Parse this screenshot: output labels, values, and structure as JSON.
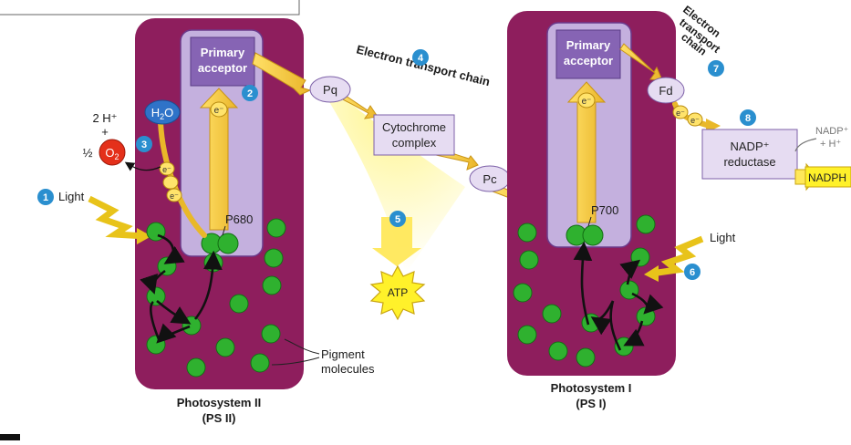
{
  "colors": {
    "photosystem_fill": "#8e1e5d",
    "reaction_center_fill": "#c4b0de",
    "primary_acceptor_fill": "#8664b4",
    "pigment_green": "#2fb12f",
    "arrow_yellow": "#f3c43b",
    "badge_blue": "#2a8fcf",
    "carrier_fill": "#e6dcf2",
    "oxygen_red": "#e4301a",
    "water_blue": "#2f73c8"
  },
  "icons": [
    "lightning-bolt-icon",
    "starburst-icon",
    "step-number-badge"
  ],
  "ps2": {
    "primary_acceptor_line1": "Primary",
    "primary_acceptor_line2": "acceptor",
    "reaction_center": "P680",
    "title": "Photosystem II",
    "abbrev": "(PS II)",
    "electron": "e⁻"
  },
  "ps1": {
    "primary_acceptor_line1": "Primary",
    "primary_acceptor_line2": "acceptor",
    "reaction_center": "P700",
    "title": "Photosystem I",
    "abbrev": "(PS I)",
    "electron": "e⁻"
  },
  "water": {
    "h2o_prefix": "H",
    "h2o_sub": "2",
    "h2o_suffix": "O",
    "protons": "2 H⁺",
    "plus": "+",
    "half": "½",
    "o2_prefix": "O",
    "o2_sub": "2"
  },
  "light1": "Light",
  "light2": "Light",
  "steps": [
    "1",
    "2",
    "3",
    "4",
    "5",
    "6",
    "7",
    "8"
  ],
  "etc1": {
    "label": "Electron transport chain",
    "pq": "Pq",
    "cyt_line1": "Cytochrome",
    "cyt_line2": "complex",
    "pc": "Pc"
  },
  "atp": "ATP",
  "etc2": {
    "line1": "Electron",
    "line2": "transport",
    "line3": "chain",
    "fd": "Fd"
  },
  "nadp_reductase": {
    "line1": "NADP⁺",
    "line2": "reductase"
  },
  "nadp_input": {
    "line1": "NADP⁺",
    "line2": "+ H⁺"
  },
  "nadph": "NADPH",
  "pigment_label": {
    "line1": "Pigment",
    "line2": "molecules"
  }
}
